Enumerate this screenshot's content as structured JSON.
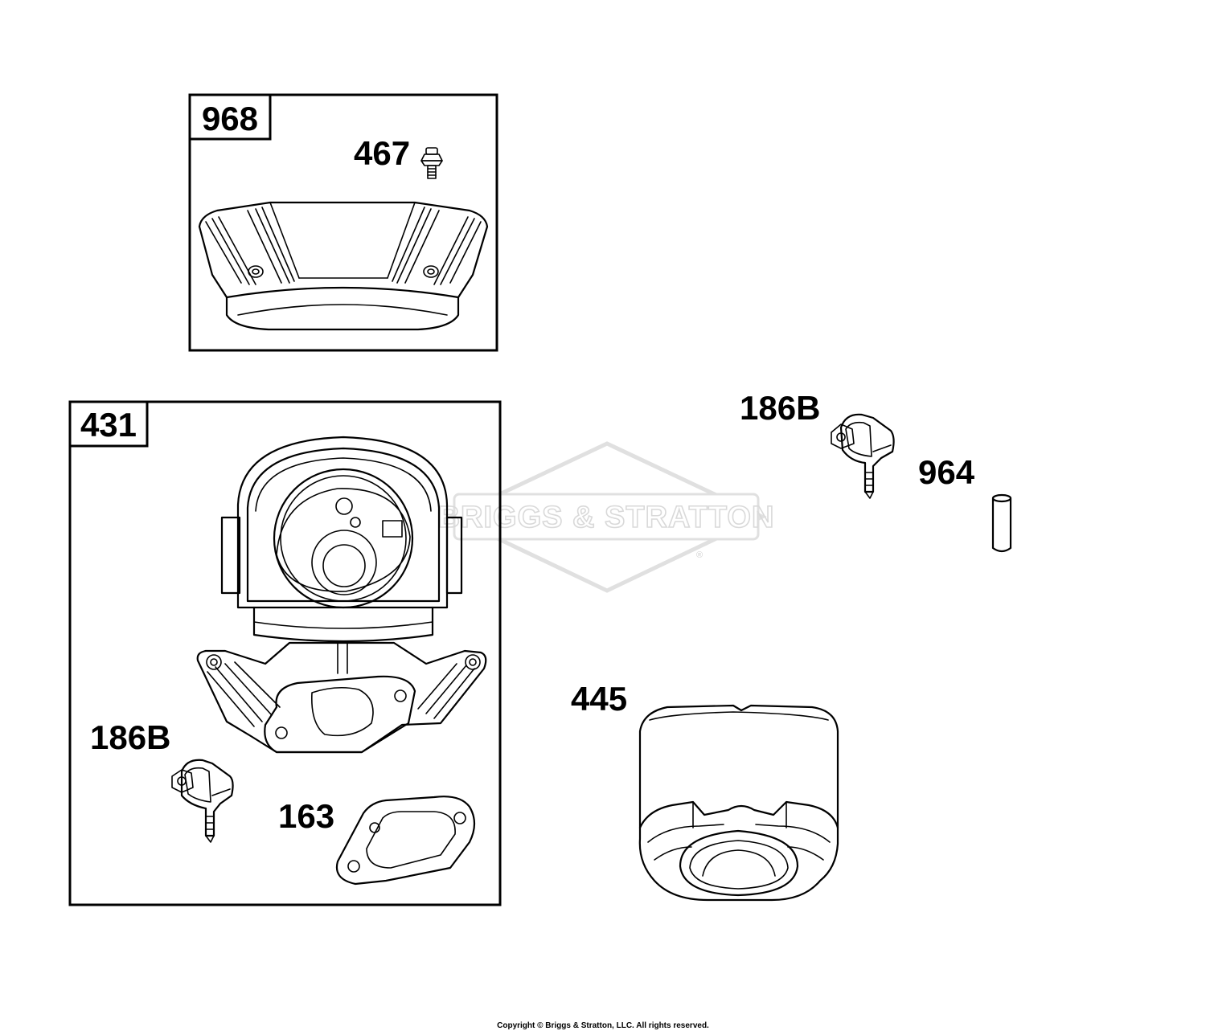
{
  "watermark": {
    "text": "BRIGGS & STRATTON",
    "registered_mark": "®",
    "color": "#d9d9d9"
  },
  "callouts": {
    "box_968": "968",
    "part_467": "467",
    "box_431": "431",
    "part_186b_top": "186B",
    "part_964": "964",
    "part_445": "445",
    "part_186b_bottom": "186B",
    "part_163": "163"
  },
  "footer": {
    "copyright": "Copyright © Briggs & Stratton, LLC. All rights reserved."
  },
  "colors": {
    "line": "#000000",
    "background": "#ffffff"
  }
}
